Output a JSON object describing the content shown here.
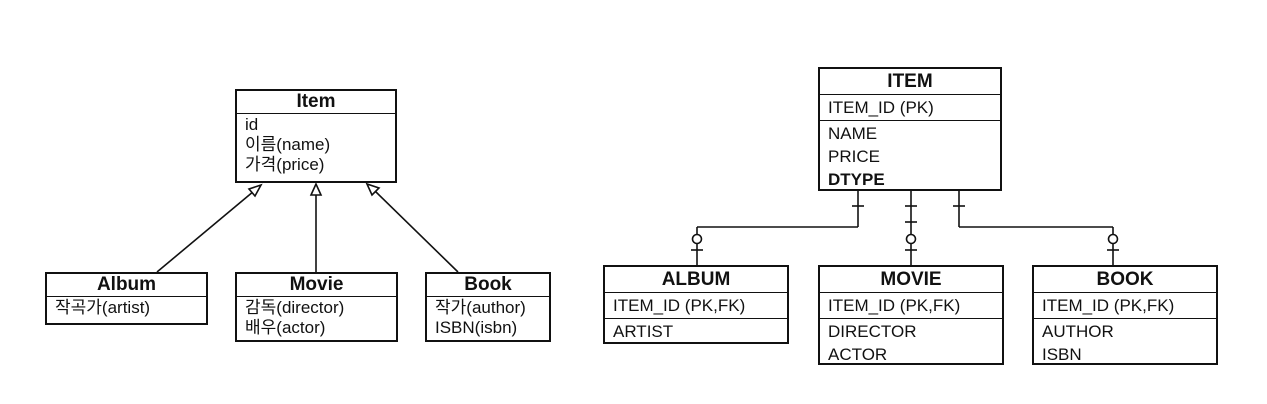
{
  "class_diagram": {
    "item": {
      "title": "Item",
      "fields": [
        "id",
        "이름(name)",
        "가격(price)"
      ]
    },
    "album": {
      "title": "Album",
      "fields": [
        "작곡가(artist)"
      ]
    },
    "movie": {
      "title": "Movie",
      "fields": [
        "감독(director)",
        "배우(actor)"
      ]
    },
    "book": {
      "title": "Book",
      "fields": [
        "작가(author)",
        "ISBN(isbn)"
      ]
    }
  },
  "erd": {
    "item": {
      "title": "ITEM",
      "pk": "ITEM_ID (PK)",
      "columns": [
        "NAME",
        "PRICE"
      ],
      "discriminator": "DTYPE"
    },
    "album": {
      "title": "ALBUM",
      "pk": "ITEM_ID (PK,FK)",
      "columns": [
        "ARTIST"
      ]
    },
    "movie": {
      "title": "MOVIE",
      "pk": "ITEM_ID (PK,FK)",
      "columns": [
        "DIRECTOR",
        "ACTOR"
      ]
    },
    "book": {
      "title": "BOOK",
      "pk": "ITEM_ID (PK,FK)",
      "columns": [
        "AUTHOR",
        "ISBN"
      ]
    }
  }
}
